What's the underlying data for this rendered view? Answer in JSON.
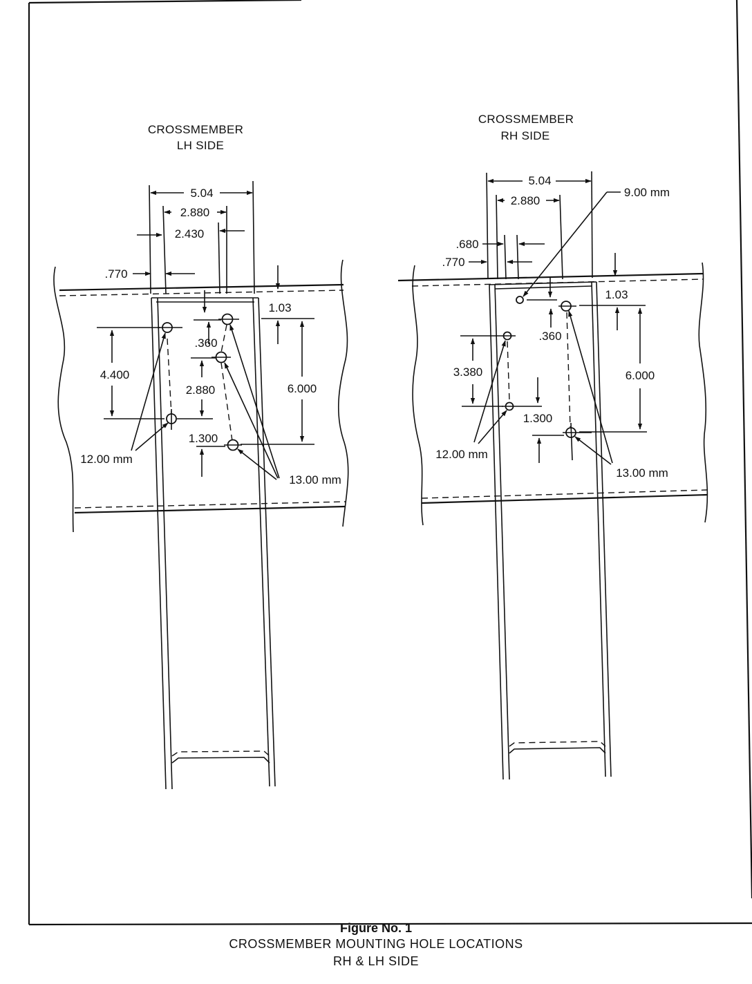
{
  "lh_panel": {
    "title_line1": "CROSSMEMBER",
    "title_line2": "LH SIDE",
    "dim_504": "5.04",
    "dim_2880_top": "2.880",
    "dim_2430": "2.430",
    "dim_770": ".770",
    "dim_103": "1.03",
    "dim_360": ".360",
    "dim_4400": "4.400",
    "dim_2880_mid": "2.880",
    "dim_6000": "6.000",
    "dim_1300": "1.300",
    "hole_12": "12.00 mm",
    "hole_13": "13.00 mm"
  },
  "rh_panel": {
    "title_line1": "CROSSMEMBER",
    "title_line2": "RH SIDE",
    "dim_504": "5.04",
    "dim_2880_top": "2.880",
    "hole_9": "9.00 mm",
    "dim_680": ".680",
    "dim_770": ".770",
    "dim_103": "1.03",
    "dim_360": ".360",
    "dim_3380": "3.380",
    "dim_6000": "6.000",
    "dim_1300": "1.300",
    "hole_12": "12.00 mm",
    "hole_13": "13.00 mm"
  },
  "caption": {
    "title": "Figure No. 1",
    "line1": "CROSSMEMBER MOUNTING HOLE LOCATIONS",
    "line2": "RH & LH SIDE"
  }
}
